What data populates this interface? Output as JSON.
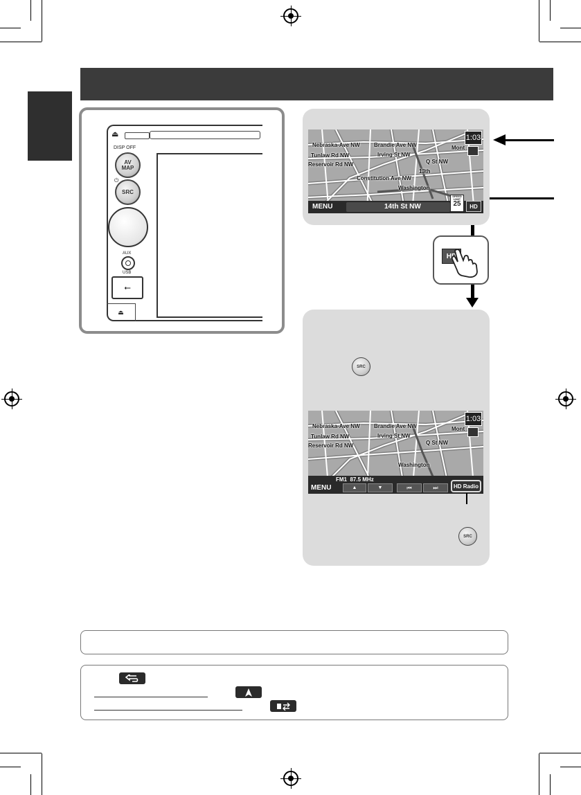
{
  "device": {
    "disp_off_label": "DISP OFF",
    "av_map_label": "AV\nMAP",
    "power_symbol": "⏻",
    "src_label": "SRC",
    "aux_label": "AUX",
    "usb_label": "USB",
    "eject_symbol": "⏏",
    "usb_symbol": "⭠",
    "eject_bottom_symbol": "⏏"
  },
  "map_top": {
    "clock": "1:03",
    "menu_label": "MENU",
    "street_label": "14th St NW",
    "speed_limit_label": "SPEED\nLIMIT",
    "speed_limit_value": "25",
    "road_labels": [
      "Nebraska-Ave NW",
      "Tunlaw Rd NW",
      "Reservoir Rd NW",
      "Brandie Ave NW",
      "Irving St NW",
      "Q St NW",
      "Washington",
      "Constitution Ave NW",
      "13th",
      "Mont"
    ]
  },
  "touch_icon_label": "HD",
  "src_inline_label": "SRC",
  "map_bottom": {
    "clock": "1:03",
    "menu_label": "MENU",
    "band": "FM1",
    "frequency": "87.5",
    "unit": "MHz",
    "up_symbol": "▲",
    "down_symbol": "▼",
    "prev_symbol": "⏮",
    "next_symbol": "⏭",
    "hd_radio_label": "HD Radio",
    "road_labels": [
      "Nebraska-Ave NW",
      "Tunlaw Rd NW",
      "Reservoir Rd NW",
      "Brandie Ave NW",
      "Irving St NW",
      "Q St NW",
      "Washington",
      "Mont"
    ]
  },
  "src_bottom_label": "SRC",
  "colors": {
    "header": "#3b3b3b",
    "panel_border": "#8c8c8c",
    "panel_bg": "#dcdcdc",
    "map_bg": "#a9a9a9"
  }
}
